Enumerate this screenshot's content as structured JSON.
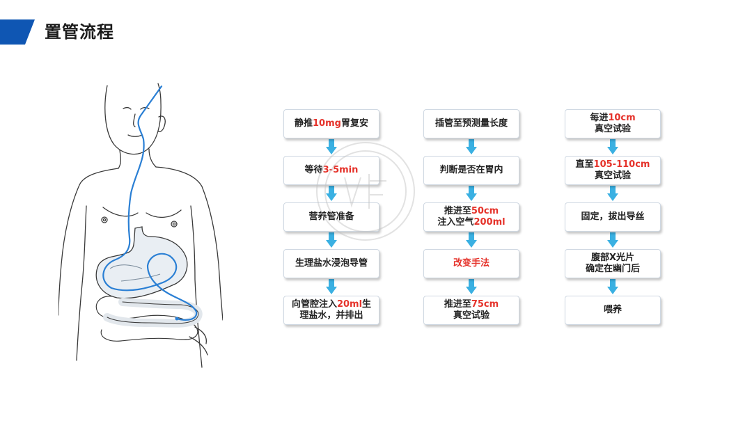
{
  "header": {
    "title": "置管流程"
  },
  "colors": {
    "accent": "#0f56b3",
    "arrow": "#3ab0e2",
    "highlight": "#e5322a",
    "tube": "#2a7fd4"
  },
  "figure": {
    "icon": "stomach-tube-anatomy-icon"
  },
  "watermark": {
    "text": "风得"
  },
  "flow": {
    "col1": [
      {
        "parts": [
          "静推",
          "10mg",
          "胃复安"
        ]
      },
      {
        "parts": [
          "等待",
          "3-5min",
          ""
        ]
      },
      {
        "parts": [
          "营养管准备",
          "",
          ""
        ]
      },
      {
        "parts": [
          "生理盐水浸泡导管",
          "",
          ""
        ]
      },
      {
        "parts": [
          "向管腔注入",
          "20ml",
          "生\n理盐水，并排出"
        ]
      }
    ],
    "col2": [
      {
        "parts": [
          "插管至预测量长度",
          "",
          ""
        ]
      },
      {
        "parts": [
          "判断是否在胃内",
          "",
          ""
        ]
      },
      {
        "parts": [
          "推进至",
          "50cm",
          "\n注入空气",
          "200ml",
          ""
        ]
      },
      {
        "parts": [
          "",
          "改变手法",
          ""
        ]
      },
      {
        "parts": [
          "推进至",
          "75cm",
          "\n真空试验"
        ]
      }
    ],
    "col3": [
      {
        "parts": [
          "每进",
          "10cm",
          "\n真空试验"
        ]
      },
      {
        "parts": [
          "直至",
          "105-110cm",
          "\n真空试验"
        ]
      },
      {
        "parts": [
          "固定，拔出导丝",
          "",
          ""
        ]
      },
      {
        "parts": [
          "腹部X光片\n确定在幽门后",
          "",
          ""
        ]
      },
      {
        "parts": [
          "喂养",
          "",
          ""
        ]
      }
    ]
  }
}
